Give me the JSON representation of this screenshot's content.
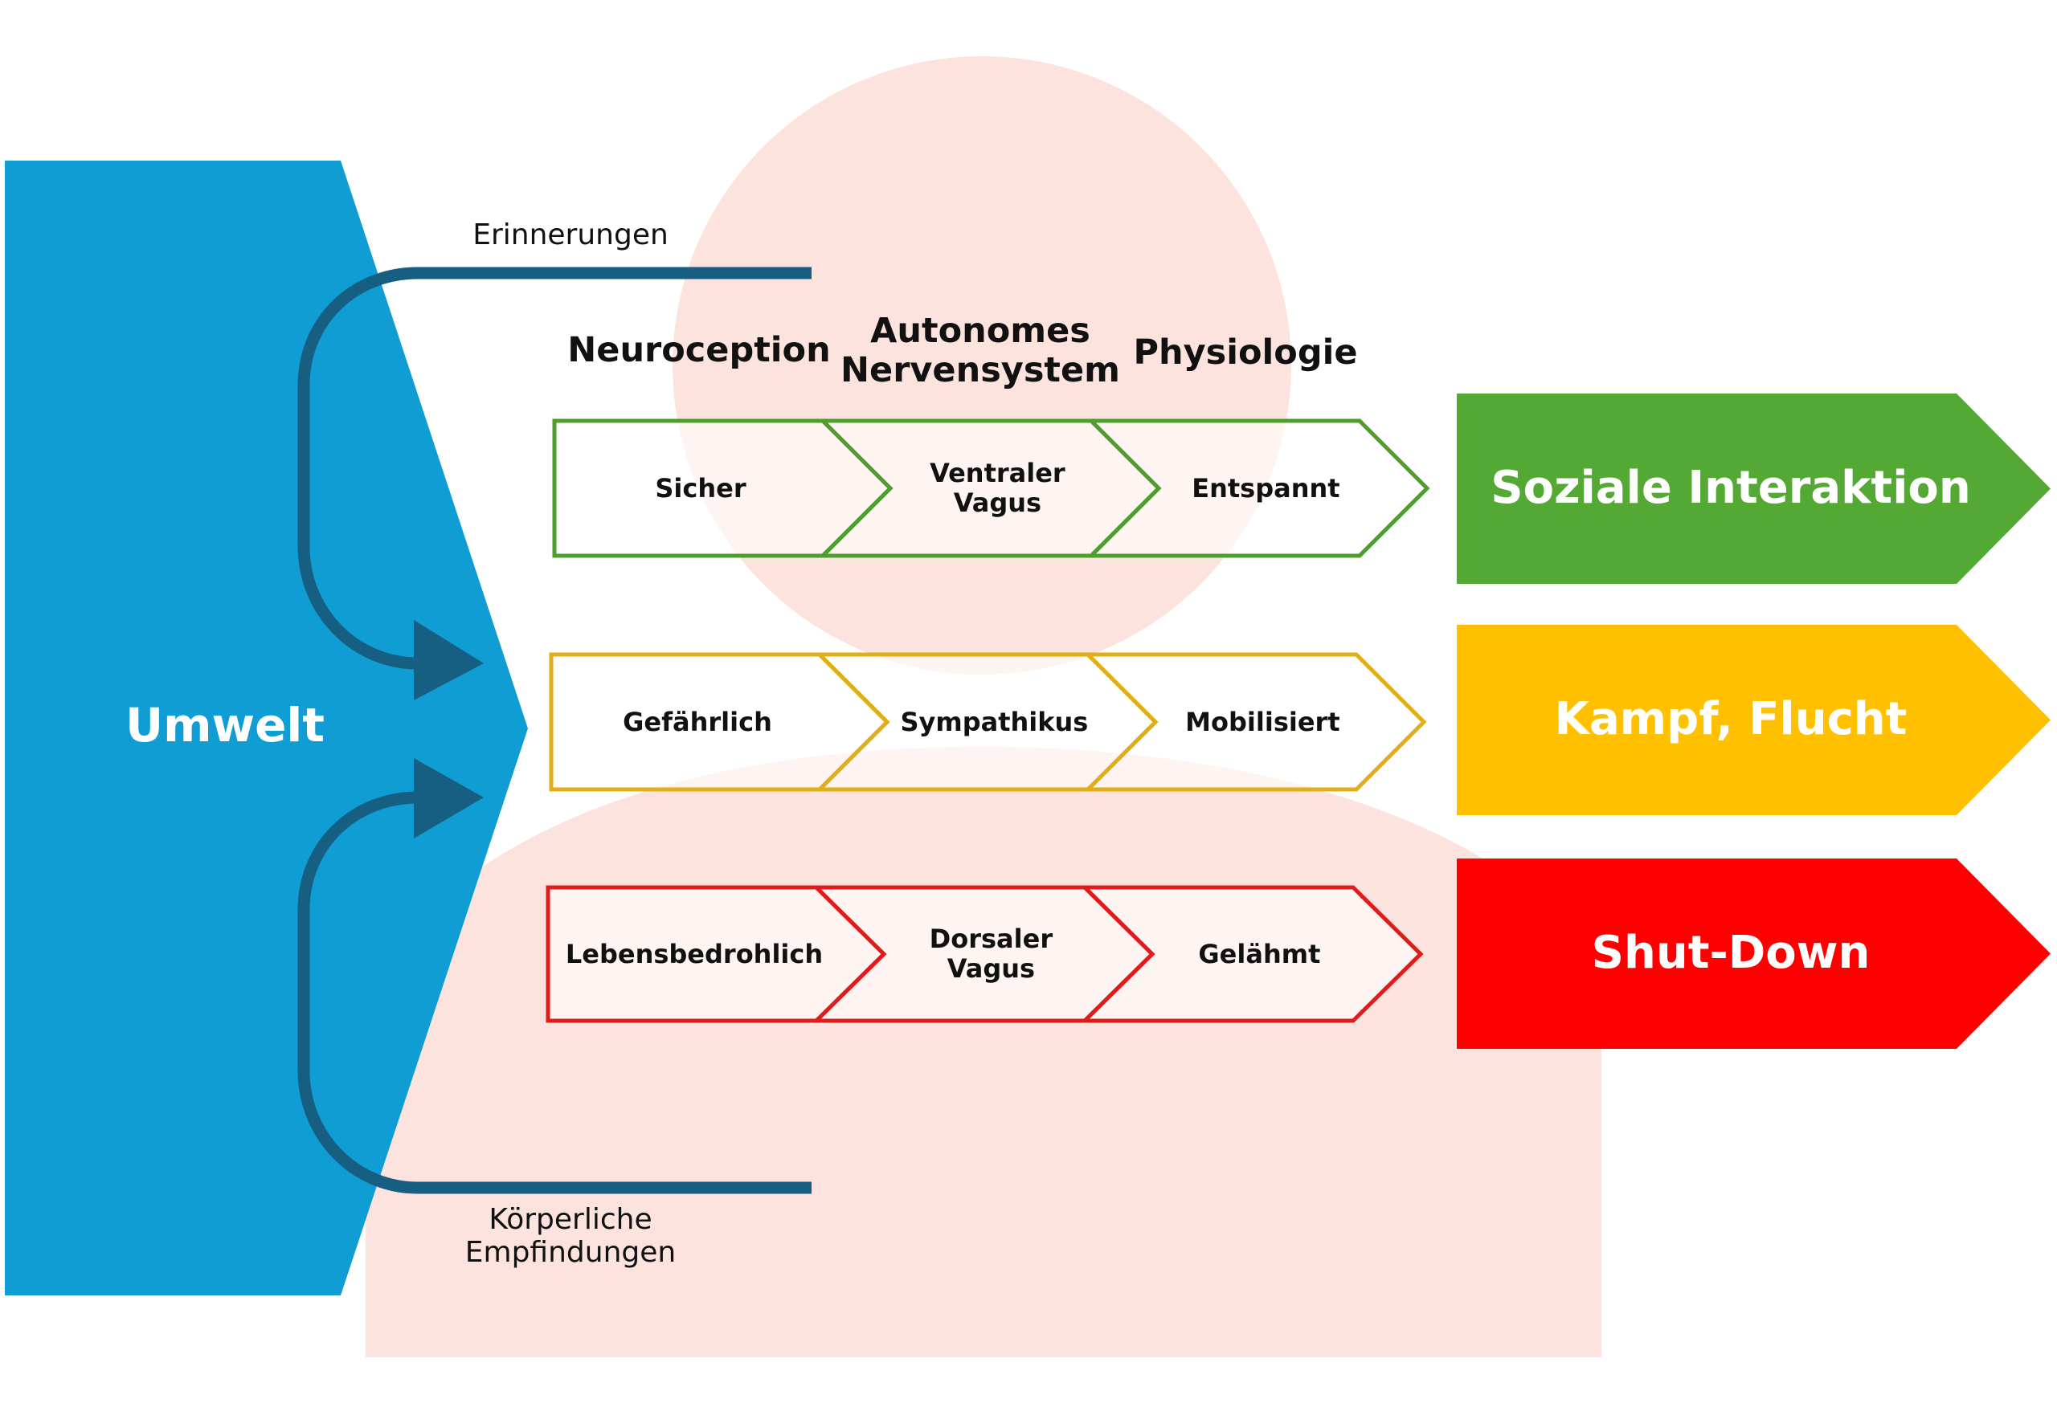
{
  "colors": {
    "umwelt_blue": "#109DD3",
    "feedback_line": "#175F82",
    "figure_fill": "#FDE3DD",
    "safe_green": "#4E9E2E",
    "safe_fill": "#54A935",
    "danger_yellow": "#E2AE17",
    "danger_fill": "#FFC000",
    "threat_red": "#E11B1B",
    "threat_fill": "#FF0000"
  },
  "environment": {
    "label": "Umwelt"
  },
  "feedback": {
    "top_label": "Erinnerungen",
    "bottom_label_line1": "Körperliche",
    "bottom_label_line2": "Empfindungen"
  },
  "columns": [
    {
      "line1": "Neuroception",
      "line2": ""
    },
    {
      "line1": "Autonomes",
      "line2": "Nervensystem"
    },
    {
      "line1": "Physiologie",
      "line2": ""
    }
  ],
  "rows": [
    {
      "state": "safe",
      "steps": [
        {
          "line1": "Sicher",
          "line2": ""
        },
        {
          "line1": "Ventraler",
          "line2": "Vagus"
        },
        {
          "line1": "Entspannt",
          "line2": ""
        }
      ],
      "outcome": "Soziale Interaktion"
    },
    {
      "state": "danger",
      "steps": [
        {
          "line1": "Gefährlich",
          "line2": ""
        },
        {
          "line1": "Sympathikus",
          "line2": ""
        },
        {
          "line1": "Mobilisiert",
          "line2": ""
        }
      ],
      "outcome": "Kampf, Flucht"
    },
    {
      "state": "life-threat",
      "steps": [
        {
          "line1": "Lebensbedrohlich",
          "line2": ""
        },
        {
          "line1": "Dorsaler",
          "line2": "Vagus"
        },
        {
          "line1": "Gelähmt",
          "line2": ""
        }
      ],
      "outcome": "Shut-Down"
    }
  ]
}
